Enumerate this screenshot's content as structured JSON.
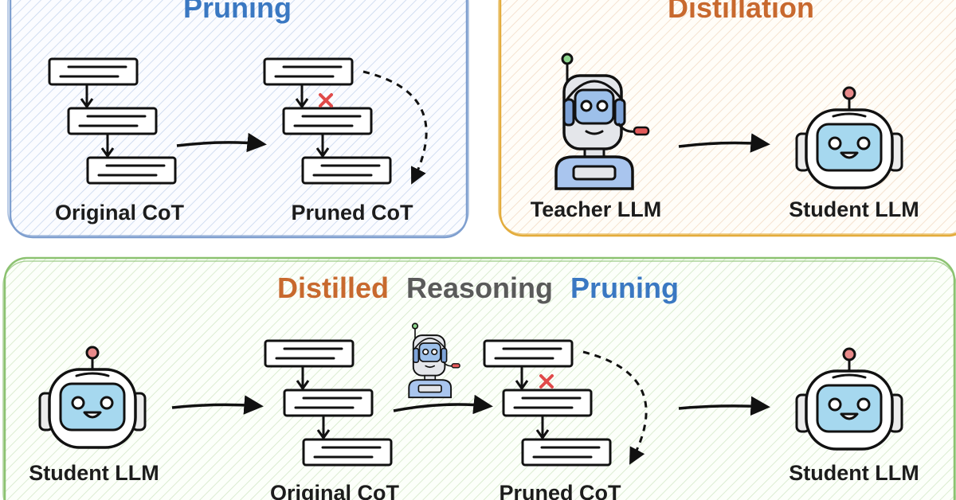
{
  "panels": {
    "pruning": {
      "title": "Pruning",
      "original_caption": "Original CoT",
      "pruned_caption": "Pruned CoT"
    },
    "distillation": {
      "title": "Distillation",
      "teacher_caption": "Teacher LLM",
      "student_caption": "Student LLM"
    },
    "drp": {
      "title_part1": "Distilled",
      "title_part2": "Reasoning",
      "title_part3": "Pruning",
      "student_in_caption": "Student LLM",
      "original_caption": "Original CoT",
      "pruned_caption": "Pruned CoT",
      "student_out_caption": "Student LLM"
    }
  },
  "colors": {
    "pruning_accent": "#3a78c2",
    "distillation_accent": "#c8692e",
    "reasoning_accent": "#5a5a5a",
    "pruning_border": "#7f9fcf",
    "distillation_border": "#e3ac3c",
    "drp_border": "#8cc271",
    "robot_face": "#a6d8ef",
    "remove_mark": "#e04a4a"
  },
  "icons": [
    "flowchart-icon",
    "cross-icon",
    "robot-icon",
    "teacher-robot-icon",
    "arrow-icon",
    "dashed-arrow-icon"
  ]
}
